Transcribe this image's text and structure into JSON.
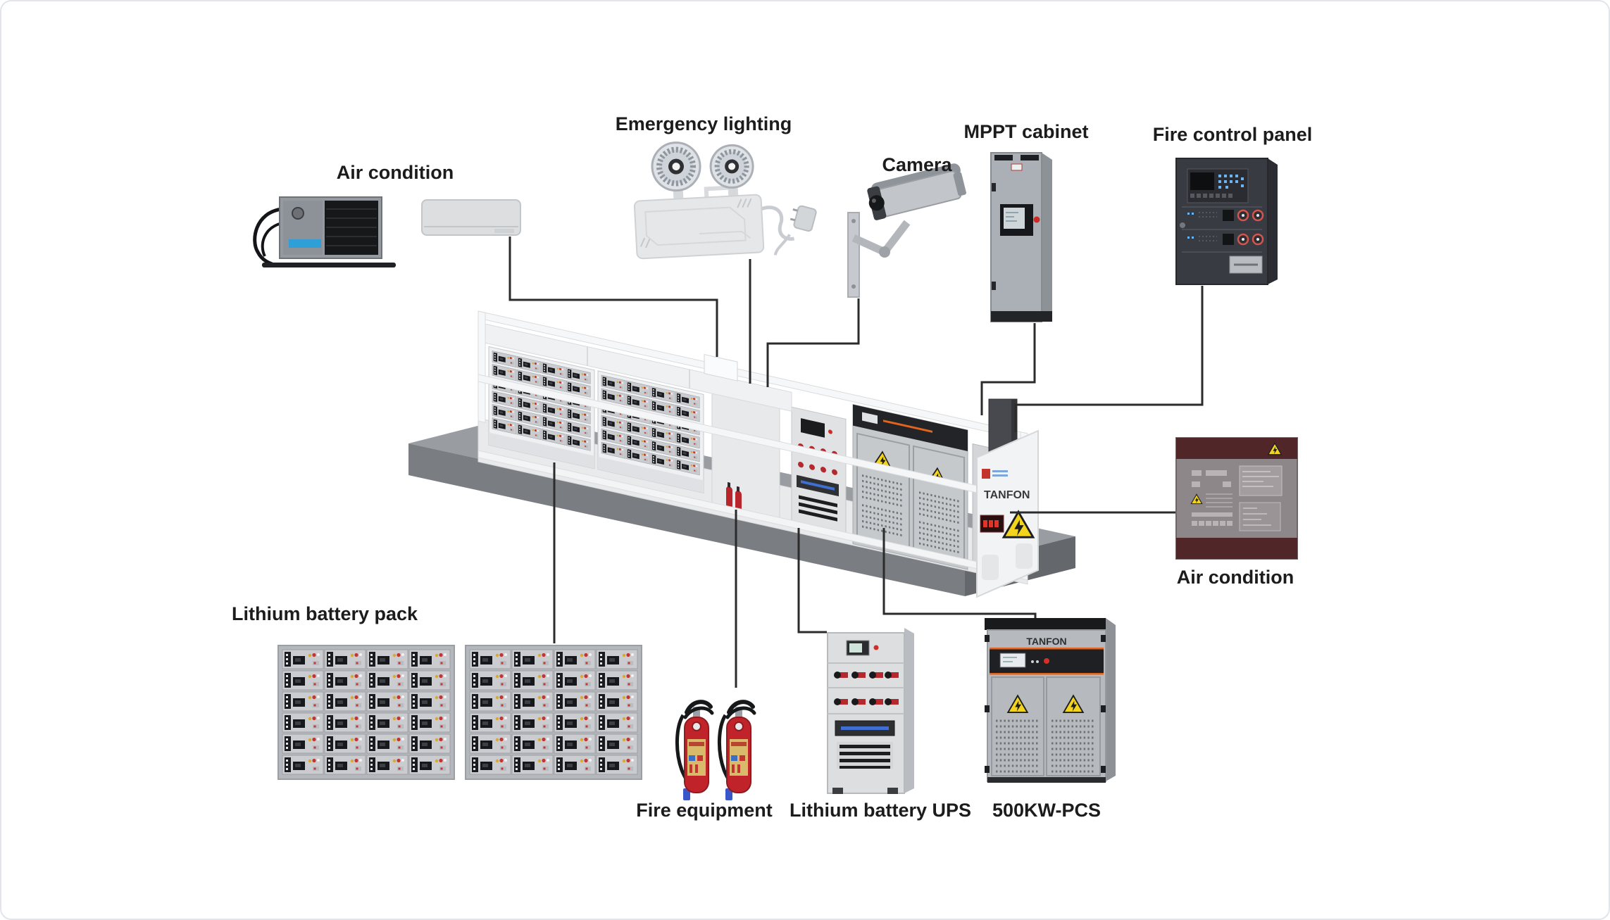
{
  "window": {
    "background": "#ffffff",
    "border_color": "#e2e5e9"
  },
  "brand": {
    "name": "TANFON",
    "accent_color": "#e2641f"
  },
  "colors": {
    "label_text": "#1c1c1c",
    "connector": "#2b2b2b",
    "warning_yellow": "#f2d31e",
    "extinguisher_red": "#c0242a",
    "alarm_red": "#c23530",
    "maroon_panel": "#512628",
    "base_gray": "#999da2",
    "frame_white": "#f4f5f7",
    "led_blue": "#6db5f2",
    "connector_red": "#b5282d"
  },
  "labels": {
    "air_condition_left": "Air condition",
    "emergency_lighting": "Emergency lighting",
    "camera": "Camera",
    "mppt_cabinet": "MPPT cabinet",
    "fire_control_panel": "Fire control panel",
    "air_condition_right": "Air condition",
    "lithium_battery_pack": "Lithium battery pack",
    "fire_equipment": "Fire equipment",
    "lithium_battery_ups": "Lithium battery UPS",
    "pcs": "500KW-PCS"
  },
  "components": [
    {
      "id": "air-condition-outdoor-unit",
      "label": "Air condition"
    },
    {
      "id": "air-condition-indoor-unit",
      "label": "Air condition"
    },
    {
      "id": "emergency-lighting",
      "label": "Emergency lighting"
    },
    {
      "id": "camera",
      "label": "Camera"
    },
    {
      "id": "mppt-cabinet",
      "label": "MPPT cabinet"
    },
    {
      "id": "fire-control-panel",
      "label": "Fire control panel"
    },
    {
      "id": "air-condition-panel",
      "label": "Air condition"
    },
    {
      "id": "lithium-battery-pack",
      "label": "Lithium battery pack"
    },
    {
      "id": "fire-equipment",
      "label": "Fire equipment"
    },
    {
      "id": "lithium-battery-ups",
      "label": "Lithium battery UPS"
    },
    {
      "id": "pcs-500kw",
      "label": "500KW-PCS"
    },
    {
      "id": "ess-container",
      "label": ""
    }
  ]
}
